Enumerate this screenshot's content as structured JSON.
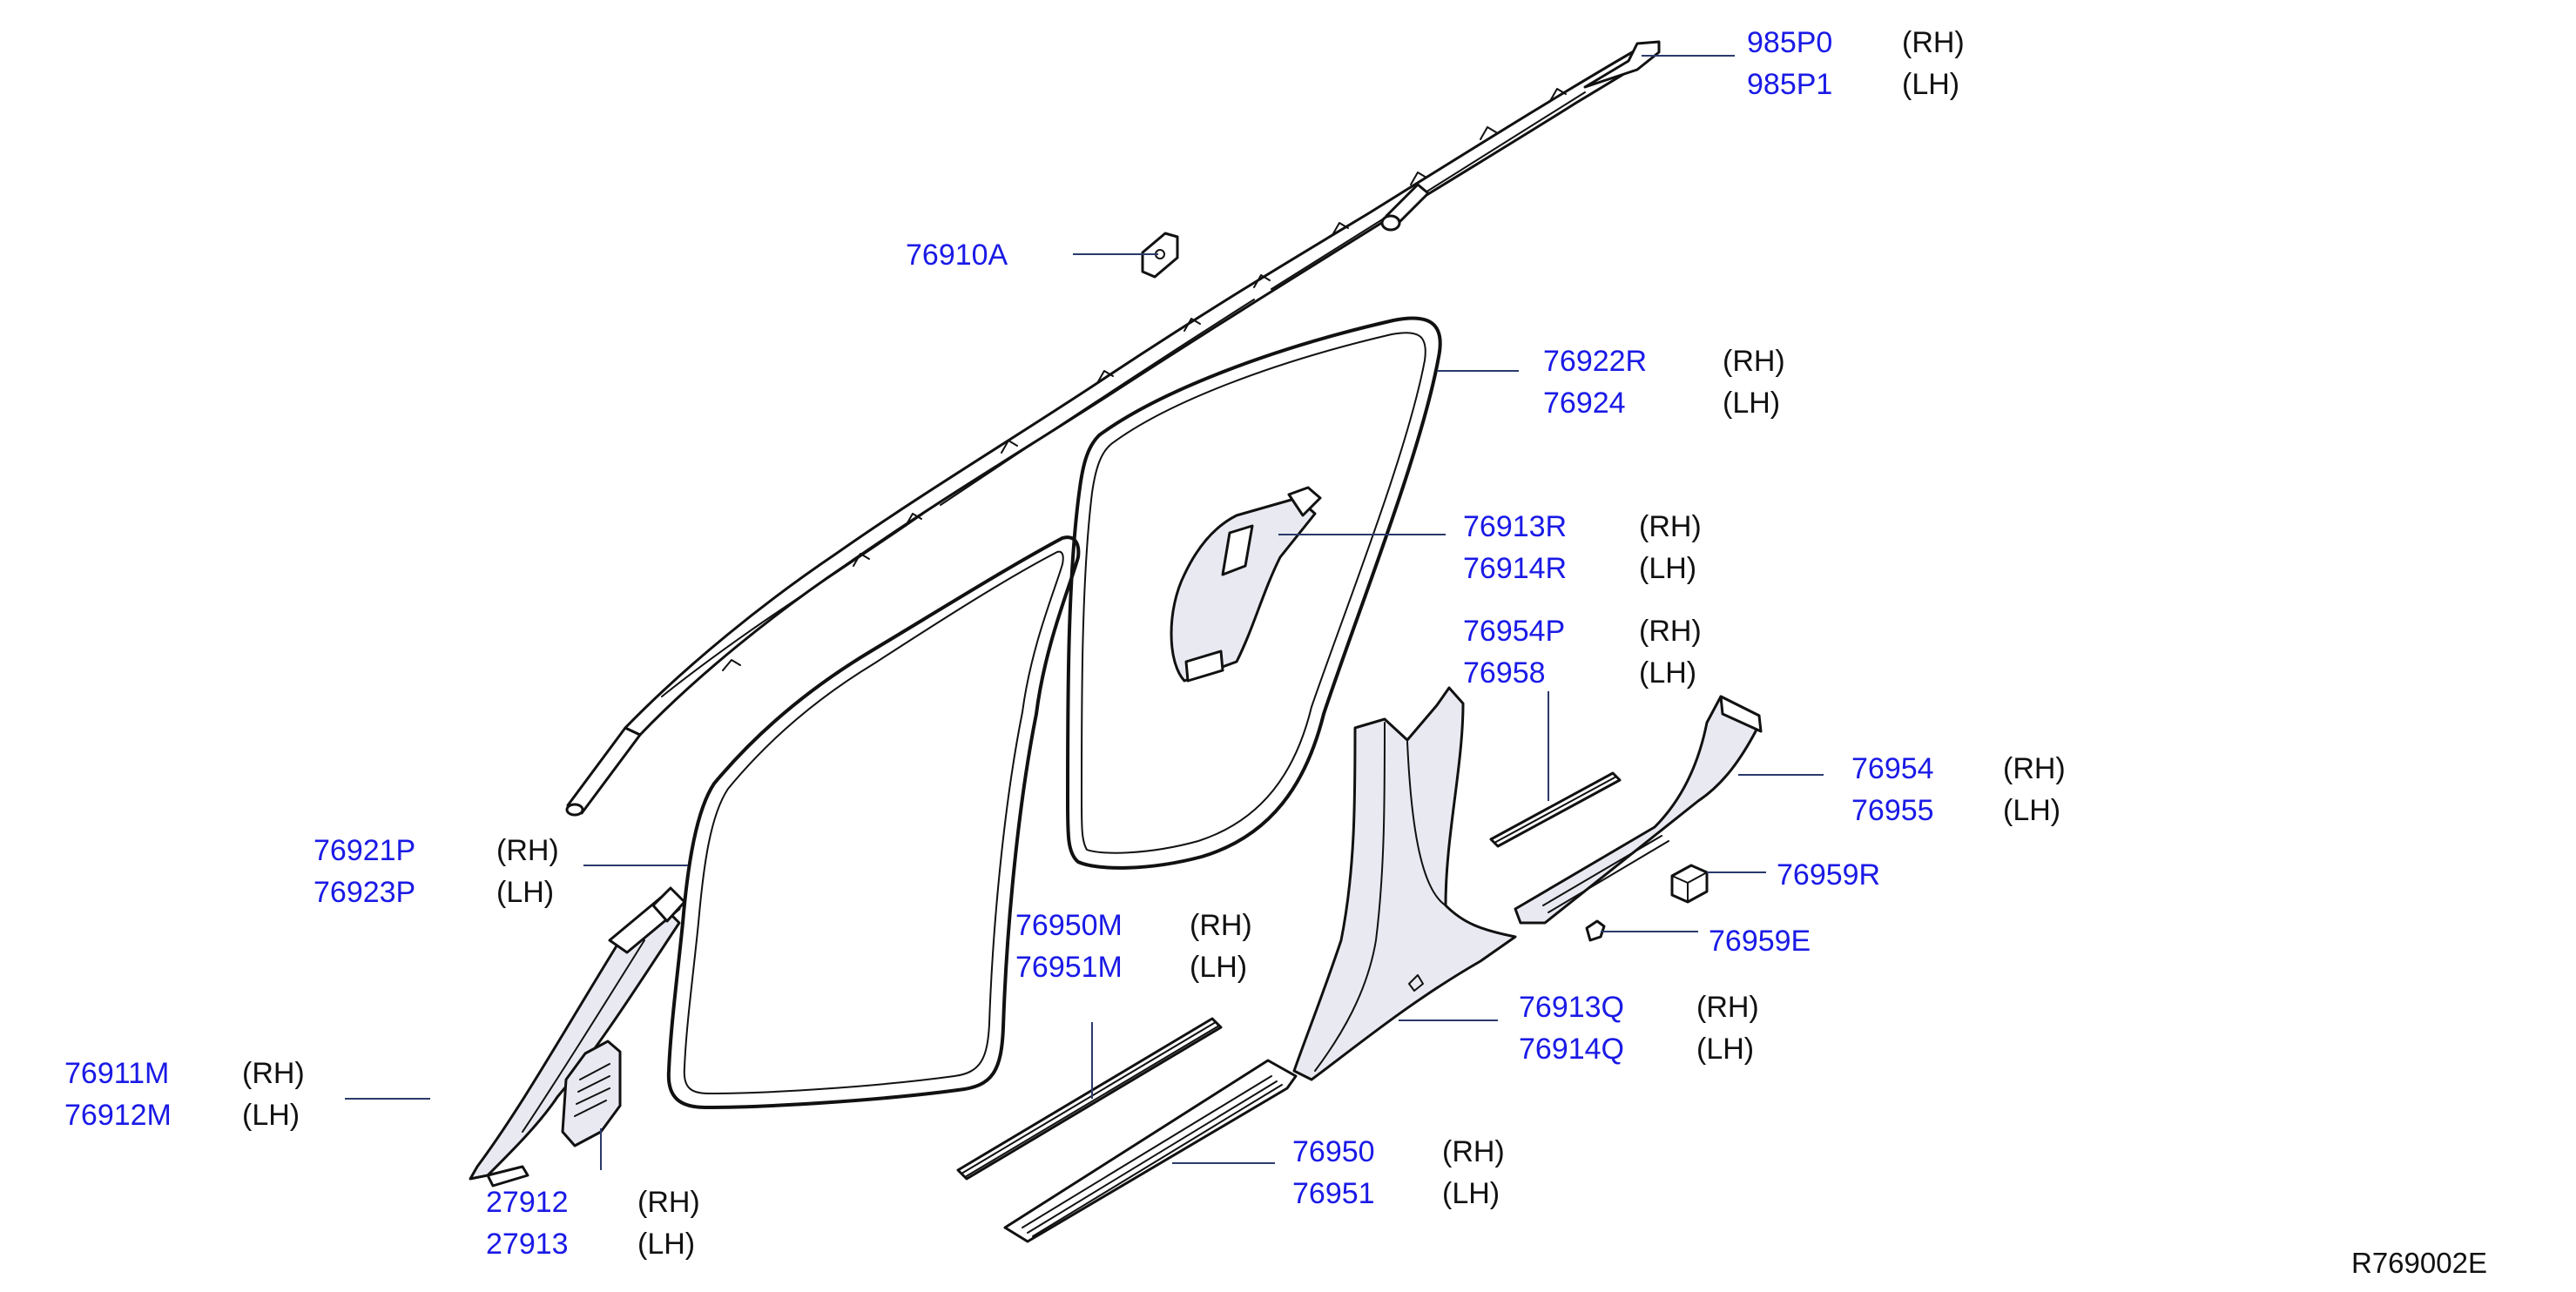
{
  "diagram": {
    "reference_code": "R769002E",
    "parts": [
      {
        "id": "airbag-curtain",
        "numbers": [
          "985P0",
          "985P1"
        ],
        "sides": [
          "(RH)",
          "(LH)"
        ]
      },
      {
        "id": "clip-76910a",
        "numbers": [
          "76910A"
        ],
        "sides": []
      },
      {
        "id": "rear-door-weatherstrip",
        "numbers": [
          "76922R",
          "76924"
        ],
        "sides": [
          "(RH)",
          "(LH)"
        ]
      },
      {
        "id": "c-pillar-upper-trim",
        "numbers": [
          "76913R",
          "76914R"
        ],
        "sides": [
          "(RH)",
          "(LH)"
        ]
      },
      {
        "id": "rear-sill-plate-inner",
        "numbers": [
          "76954P",
          "76958"
        ],
        "sides": [
          "(RH)",
          "(LH)"
        ]
      },
      {
        "id": "rear-kicking-plate",
        "numbers": [
          "76954",
          "76955"
        ],
        "sides": [
          "(RH)",
          "(LH)"
        ]
      },
      {
        "id": "clip-76959r",
        "numbers": [
          "76959R"
        ],
        "sides": []
      },
      {
        "id": "clip-76959e",
        "numbers": [
          "76959E"
        ],
        "sides": []
      },
      {
        "id": "front-door-weatherstrip",
        "numbers": [
          "76921P",
          "76923P"
        ],
        "sides": [
          "(RH)",
          "(LH)"
        ]
      },
      {
        "id": "front-sill-plate-inner",
        "numbers": [
          "76950M",
          "76951M"
        ],
        "sides": [
          "(RH)",
          "(LH)"
        ]
      },
      {
        "id": "center-pillar-lower-trim",
        "numbers": [
          "76913Q",
          "76914Q"
        ],
        "sides": [
          "(RH)",
          "(LH)"
        ]
      },
      {
        "id": "front-pillar-garnish",
        "numbers": [
          "76911M",
          "76912M"
        ],
        "sides": [
          "(RH)",
          "(LH)"
        ]
      },
      {
        "id": "tweeter-speaker-grille",
        "numbers": [
          "27912",
          "27913"
        ],
        "sides": [
          "(RH)",
          "(LH)"
        ]
      },
      {
        "id": "front-kicking-plate",
        "numbers": [
          "76950",
          "76951"
        ],
        "sides": [
          "(RH)",
          "(LH)"
        ]
      }
    ]
  }
}
